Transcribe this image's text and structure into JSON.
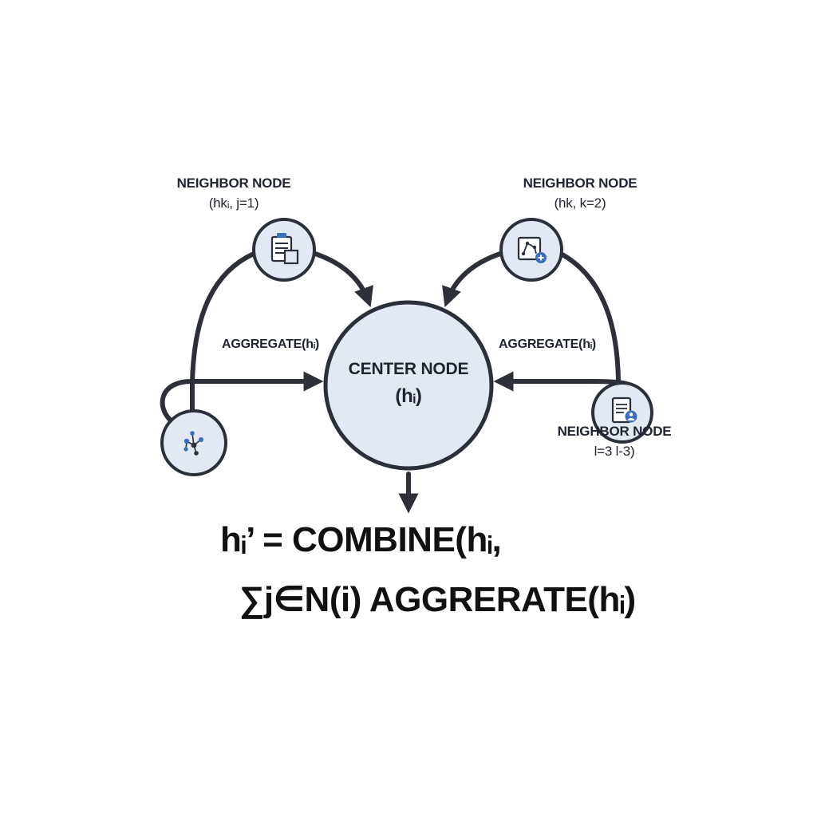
{
  "neighbors": [
    {
      "title": "NEIGHBOR NODE",
      "subtitle": "(hkᵢ, j=1)",
      "icon": "clipboard-icon"
    },
    {
      "title": "NEIGHBOR NODE",
      "subtitle": "(hk, k=2)",
      "icon": "graph-add-icon"
    },
    {
      "title": "",
      "subtitle": "",
      "icon": "network-icon"
    },
    {
      "title": "NEIGHBOR NODE",
      "subtitle": "l=3 l-3)",
      "icon": "document-user-icon"
    }
  ],
  "center": {
    "title": "CENTER NODE",
    "subtitle": "(hᵢ)"
  },
  "aggregate_labels": [
    "AGGREGATE(hᵢ)",
    "AGGREGATE(hᵢ)"
  ],
  "formula": {
    "line1": "hᵢ’ = COMBINE(hᵢ,",
    "line2": "∑j∈N(i) AGGRERATE(hᵢ)"
  },
  "colors": {
    "node_fill": "#e3e9f4",
    "node_stroke": "#2a2f3a",
    "arrow": "#2d3038",
    "icon_blue": "#3d6fb8"
  }
}
